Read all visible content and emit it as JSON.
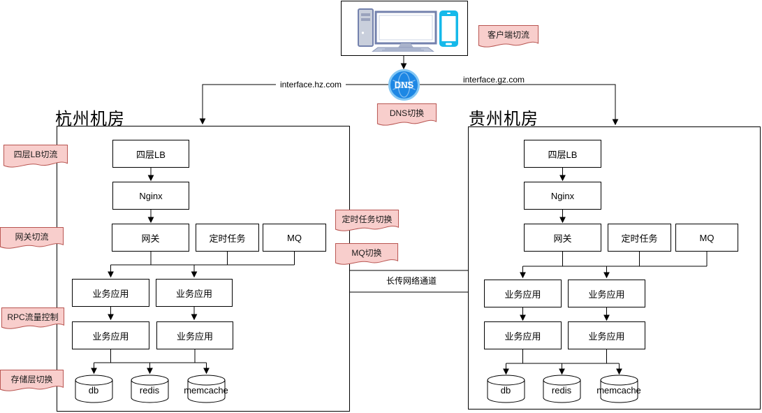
{
  "colors": {
    "ribbon_fill": "#f8cecc",
    "ribbon_stroke": "#b85450",
    "dns_fill": "#1d87e4",
    "dns_ring": "#83c7f5",
    "phone_cyan": "#15b9ea",
    "desktop_slate": "#7381ad",
    "line": "#000000"
  },
  "client": {
    "desktop_icon": "desktop-computer",
    "phone_icon": "smartphone"
  },
  "dns": {
    "label": "DNS",
    "route_left": "interface.hz.com",
    "route_right": "interface.gz.com"
  },
  "annotations": {
    "client_switch": "客户端切流",
    "dns_switch": "DNS切换",
    "l4_switch": "四层LB切流",
    "gateway_switch": "网关切流",
    "cron_switch": "定时任务切换",
    "mq_switch": "MQ切换",
    "rpc_control": "RPC流量控制",
    "storage_switch": "存储层切换",
    "wan_channel": "长传网络通道"
  },
  "datacenters": {
    "left": {
      "title": "杭州机房",
      "l4lb": "四层LB",
      "nginx": "Nginx",
      "gateway": "网关",
      "cron": "定时任务",
      "mq": "MQ",
      "app": "业务应用",
      "db": "db",
      "redis": "redis",
      "memcache": "memcache"
    },
    "right": {
      "title": "贵州机房",
      "l4lb": "四层LB",
      "nginx": "Nginx",
      "gateway": "网关",
      "cron": "定时任务",
      "mq": "MQ",
      "app": "业务应用",
      "db": "db",
      "redis": "redis",
      "memcache": "memcache"
    }
  }
}
